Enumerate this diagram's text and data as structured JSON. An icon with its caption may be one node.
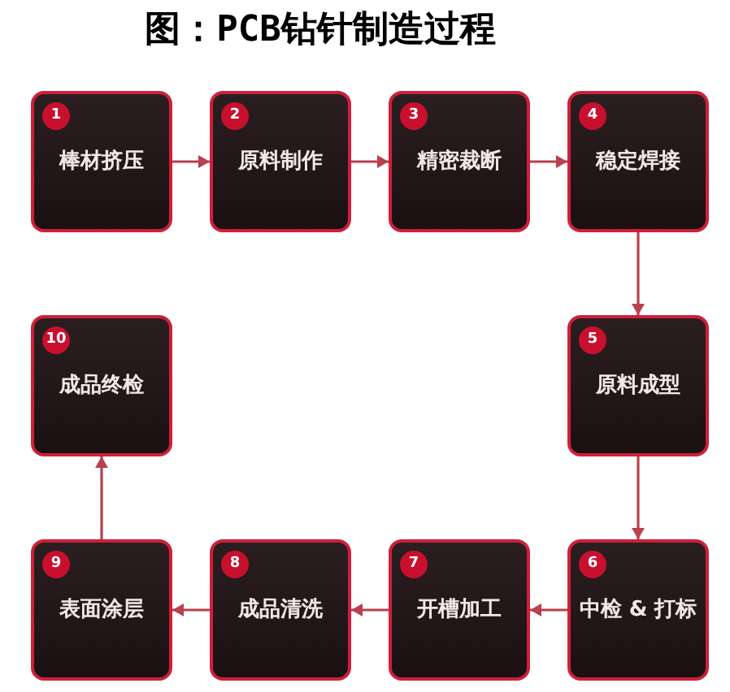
{
  "diagram": {
    "title": "图：PCB钻针制造过程",
    "nodes": [
      {
        "text": [
          "1",
          "棒材挤压"
        ]
      },
      {
        "text": [
          "2",
          "原料制作"
        ]
      },
      {
        "text": [
          "3",
          "精密裁断"
        ]
      },
      {
        "text": [
          "4",
          "稳定焊接"
        ]
      },
      {
        "text": [
          "5",
          "原料成型"
        ]
      },
      {
        "text": [
          "6",
          "中检 & 打标"
        ]
      },
      {
        "text": [
          "7",
          "开槽加工"
        ]
      },
      {
        "text": [
          "8",
          "成品清洗"
        ]
      },
      {
        "text": [
          "9",
          "表面涂层"
        ]
      },
      {
        "text": [
          "10",
          "成品终检"
        ]
      }
    ],
    "edges": [
      {
        "from": 0,
        "to": 1,
        "arrow": "to"
      },
      {
        "from": 1,
        "to": 2,
        "arrow": "to"
      },
      {
        "from": 2,
        "to": 3,
        "arrow": "to"
      },
      {
        "from": 3,
        "to": 4,
        "arrow": "to"
      },
      {
        "from": 4,
        "to": 5,
        "arrow": "to"
      },
      {
        "from": 5,
        "to": 6,
        "arrow": "to"
      },
      {
        "from": 6,
        "to": 7,
        "arrow": "to"
      },
      {
        "from": 7,
        "to": 8,
        "arrow": "to"
      },
      {
        "from": 8,
        "to": 9,
        "arrow": "to"
      }
    ]
  }
}
